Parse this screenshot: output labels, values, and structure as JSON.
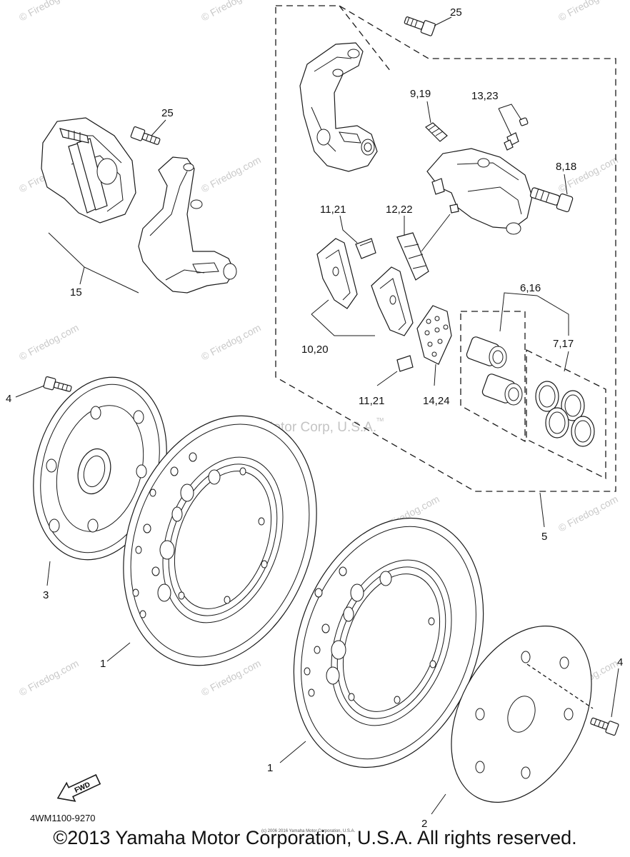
{
  "watermark": {
    "site": "© Firedog.com",
    "center": "Yamaha Motor Corp, U.S.A.",
    "tm": "TM"
  },
  "labels": {
    "bolt_top": "25",
    "bolt_left": "25",
    "pin_9_19": "9,19",
    "bleed_13_23": "13,23",
    "bolt_8_18": "8,18",
    "clip_11_21_top": "11,21",
    "spring_12_22": "12,22",
    "piston_6_16": "6,16",
    "seal_7_17": "7,17",
    "pad_10_20": "10,20",
    "clip_11_21_bottom": "11,21",
    "shim_14_24": "14,24",
    "caliper_15": "15",
    "caliper_5": "5",
    "bolt_4_left": "4",
    "hub_3": "3",
    "disc_1_upper": "1",
    "disc_1_lower": "1",
    "bolt_4_right": "4",
    "cover_2": "2",
    "fwd": "FWD"
  },
  "footer": {
    "part_code": "4WM1100-9270",
    "copyright": "©2013 Yamaha Motor Corporation, U.S.A. All rights reserved.",
    "small_copyright": "(c) 2006 2016 Yamaha Motor Corporation, U.S.A."
  }
}
